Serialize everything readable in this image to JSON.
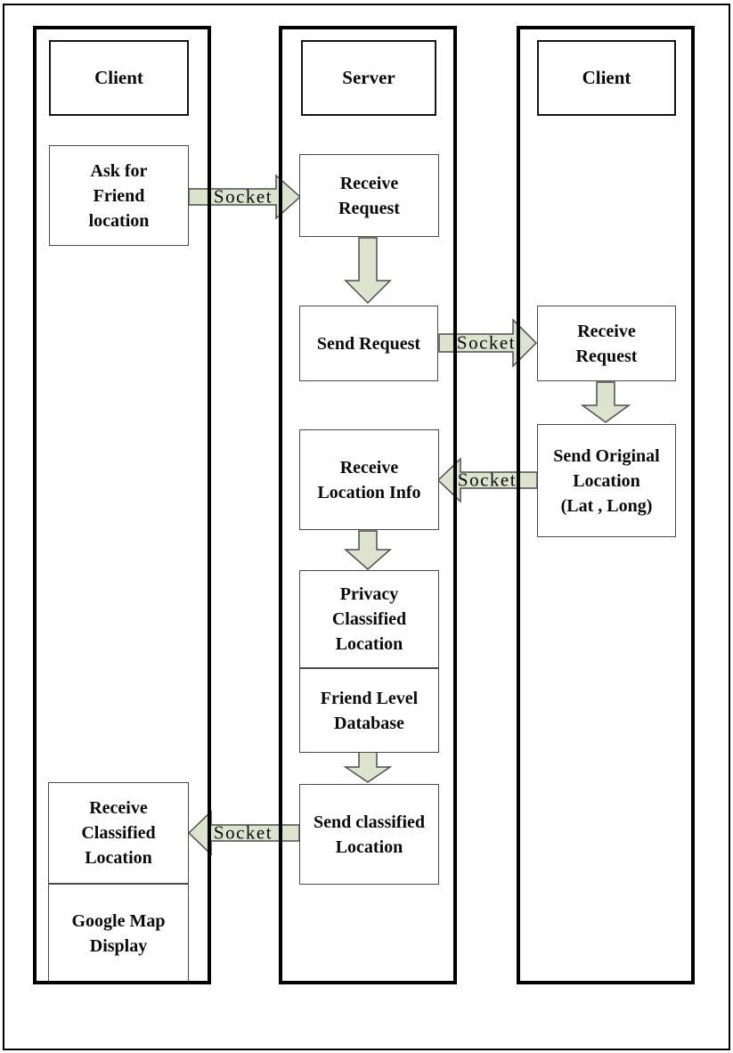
{
  "diagram": {
    "lanes": {
      "left": {
        "title": "Client"
      },
      "middle": {
        "title": "Server"
      },
      "right": {
        "title": "Client"
      }
    },
    "boxes": {
      "ask_for_friend_location": "Ask for\nFriend\nlocation",
      "server_receive_request": "Receive\nRequest",
      "send_request": "Send Request",
      "receive_location_info": "Receive\nLocation Info",
      "privacy_classified_location": "Privacy\nClassified\nLocation",
      "friend_level_database": "Friend Level\nDatabase",
      "send_classified_location": "Send classified\nLocation",
      "client2_receive_request": "Receive\nRequest",
      "send_original_location": "Send Original\nLocation\n(Lat , Long)",
      "receive_classified_location": "Receive\nClassified\nLocation",
      "google_map_display": "Google Map\nDisplay"
    },
    "socket_label": "Socket",
    "colors": {
      "arrow_fill": "#dde3cf",
      "arrow_stroke": "#4d4d4d"
    }
  }
}
